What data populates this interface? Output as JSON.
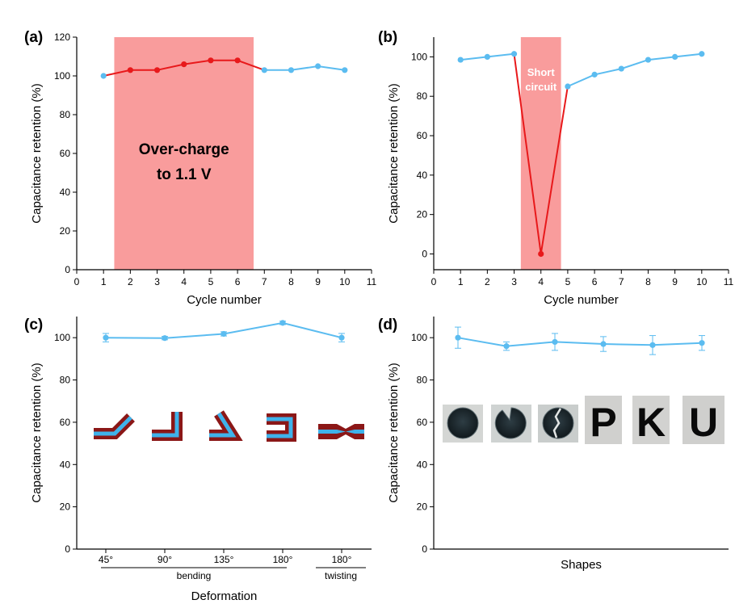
{
  "chart_data": [
    {
      "panel": "(a)",
      "type": "line",
      "xlabel": "Cycle number",
      "ylabel": "Capacitance retention (%)",
      "xlim": [
        0,
        11
      ],
      "ylim": [
        0,
        120
      ],
      "xticks": [
        0,
        1,
        2,
        3,
        4,
        5,
        6,
        7,
        8,
        9,
        10,
        11
      ],
      "yticks": [
        0,
        20,
        40,
        60,
        80,
        100,
        120
      ],
      "x": [
        1,
        2,
        3,
        4,
        5,
        6,
        7,
        8,
        9,
        10
      ],
      "values": [
        100,
        103,
        103,
        106,
        108,
        108,
        103,
        103,
        105,
        103
      ],
      "highlight": {
        "x_range": [
          1.4,
          6.6
        ],
        "label_lines": [
          "Over-charge",
          "to 1.1 V"
        ],
        "segment_x": [
          1,
          7
        ]
      },
      "colors": {
        "normal": "#5bbcf0",
        "highlight": "#e8191b",
        "shade": "#f99c9c"
      }
    },
    {
      "panel": "(b)",
      "type": "line",
      "xlabel": "Cycle number",
      "ylabel": "Capacitance retention (%)",
      "xlim": [
        0,
        11
      ],
      "ylim": [
        -8,
        110
      ],
      "xticks": [
        0,
        1,
        2,
        3,
        4,
        5,
        6,
        7,
        8,
        9,
        10,
        11
      ],
      "yticks": [
        0,
        20,
        40,
        60,
        80,
        100
      ],
      "x": [
        1,
        2,
        3,
        4,
        5,
        6,
        7,
        8,
        9,
        10
      ],
      "values": [
        98.5,
        100,
        101.5,
        0,
        85,
        91,
        94,
        98.5,
        100,
        101.5
      ],
      "highlight": {
        "x_range": [
          3.25,
          4.75
        ],
        "label_lines": [
          "Short",
          "circuit"
        ],
        "segment_x": [
          3,
          5
        ]
      },
      "colors": {
        "normal": "#5bbcf0",
        "highlight": "#e8191b",
        "shade": "#f99c9c"
      }
    },
    {
      "panel": "(c)",
      "type": "line",
      "xlabel": "Deformation",
      "ylabel": "Capacitance retention (%)",
      "ylim": [
        0,
        110
      ],
      "yticks": [
        0,
        20,
        40,
        60,
        80,
        100
      ],
      "categories": [
        "45°",
        "90°",
        "135°",
        "180°",
        "180°"
      ],
      "values": [
        100,
        99.8,
        101.8,
        107,
        100
      ],
      "errors": [
        2,
        0.8,
        1,
        0.8,
        2
      ],
      "groups": [
        {
          "label": "bending",
          "from": 0,
          "to": 3
        },
        {
          "label": "twisting",
          "from": 4,
          "to": 4
        }
      ],
      "insets": [
        "bend-45-icon",
        "bend-90-icon",
        "bend-135-icon",
        "bend-180-icon",
        "twist-180-icon"
      ],
      "colors": {
        "line": "#5bbcf0",
        "strip_outer": "#8b1717",
        "strip_inner": "#3fb2ea"
      }
    },
    {
      "panel": "(d)",
      "type": "line",
      "xlabel": "Shapes",
      "ylabel": "Capacitance retention (%)",
      "ylim": [
        0,
        110
      ],
      "yticks": [
        0,
        20,
        40,
        60,
        80,
        100
      ],
      "values": [
        100,
        96,
        98,
        97,
        96.5,
        97.5
      ],
      "errors": [
        5,
        2,
        4,
        3.5,
        4.5,
        3.5
      ],
      "insets": [
        "disc-photo",
        "disc-notch-photo",
        "disc-crack-photo",
        "letter-P-photo",
        "letter-K-photo",
        "letter-U-photo"
      ],
      "inset_letters": [
        "P",
        "K",
        "U"
      ],
      "colors": {
        "line": "#5bbcf0"
      }
    }
  ]
}
